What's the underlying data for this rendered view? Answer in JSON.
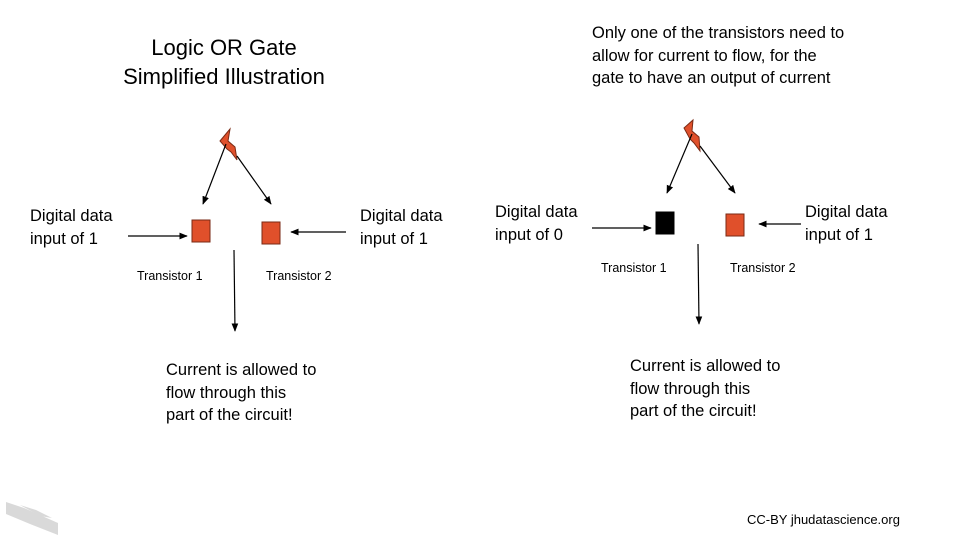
{
  "title": [
    "Logic OR Gate",
    "Simplified Illustration"
  ],
  "note": [
    "Only one of the transistors need to",
    "allow for current to flow, for the",
    "gate to have an output of current"
  ],
  "left_panel": {
    "input_a": [
      "Digital data",
      "input of 1"
    ],
    "input_b": [
      "Digital data",
      "input of 1"
    ],
    "transistor_1": "Transistor 1",
    "transistor_2": "Transistor 2",
    "transistor_1_state": "on",
    "transistor_2_state": "on",
    "current_text": [
      "Current is allowed to",
      "flow through this",
      "part of the circuit!"
    ]
  },
  "right_panel": {
    "input_a": [
      "Digital data",
      "input of 0"
    ],
    "input_b": [
      "Digital data",
      "input of 1"
    ],
    "transistor_1": "Transistor 1",
    "transistor_2": "Transistor 2",
    "transistor_1_state": "off",
    "transistor_2_state": "on",
    "current_text": [
      "Current is allowed to",
      "flow through this",
      "part of the circuit!"
    ]
  },
  "credit": "CC-BY jhudatascience.org",
  "colors": {
    "transistor_on": "#e0502b",
    "transistor_off": "#000000",
    "lightning": "#e0502b",
    "outline": "#7a2a14",
    "logo": "#d9d9d9"
  },
  "icons": [
    "lightning-icon",
    "jhu-logo-icon"
  ]
}
